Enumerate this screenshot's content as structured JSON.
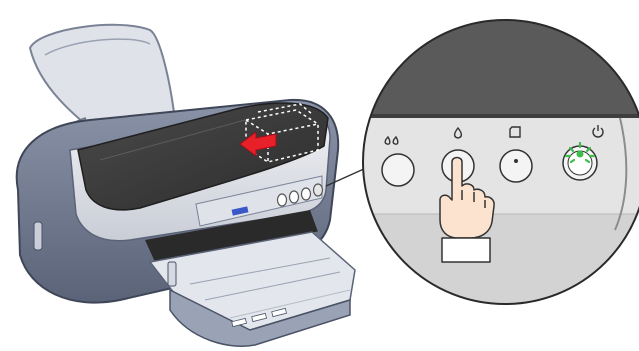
{
  "illustration": {
    "subject": "printer-control-panel",
    "highlighted_button": "ink-button",
    "lit_button": "power-button",
    "buttons": [
      {
        "name": "maintenance-button",
        "icon": "ink-drops-icon"
      },
      {
        "name": "ink-button",
        "icon": "ink-drop-icon"
      },
      {
        "name": "paper-button",
        "icon": "paper-icon"
      },
      {
        "name": "power-button",
        "icon": "power-icon"
      }
    ],
    "colors": {
      "printer_body": "#e6e8ec",
      "printer_frame": "#6f7990",
      "lid": "#3d3d3d",
      "magnifier_panel_dark": "#5a5a5a",
      "magnifier_panel_light": "#e4e4e4",
      "arrow": "#e8202a",
      "power_light": "#3dbd4a"
    }
  }
}
